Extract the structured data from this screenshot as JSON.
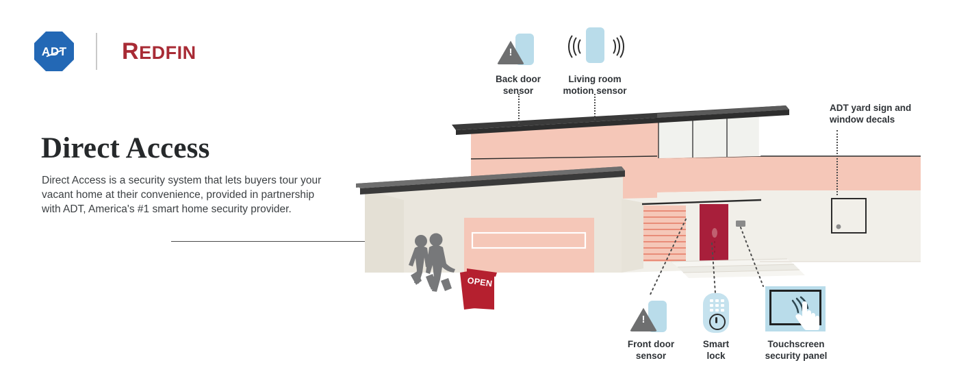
{
  "brand": {
    "adt_logo_text": "ADT",
    "redfin_logo_text": "REDFIN",
    "redfin_cap": "R",
    "redfin_rest": "EDFIN",
    "adt_color": "#2368b5",
    "redfin_color": "#a82b35"
  },
  "headline": "Direct Access",
  "body": "Direct Access is a security system that lets buyers tour your vacant home at their convenience, provided in partnership with ADT, America's #1 smart home security provider.",
  "callouts": [
    {
      "id": "back-door-sensor",
      "line1": "Back door",
      "line2": "sensor",
      "icon": "door-sensor-icon"
    },
    {
      "id": "living-room-motion",
      "line1": "Living room",
      "line2": "motion sensor",
      "icon": "motion-sensor-icon"
    },
    {
      "id": "adt-yard-sign",
      "line1": "ADT yard sign and",
      "line2": "window decals",
      "icon": "window-decal-icon"
    },
    {
      "id": "front-door-sensor",
      "line1": "Front door",
      "line2": "sensor",
      "icon": "door-sensor-icon"
    },
    {
      "id": "smart-lock",
      "line1": "Smart",
      "line2": "lock",
      "icon": "smart-lock-icon"
    },
    {
      "id": "touchscreen-panel",
      "line1": "Touchscreen",
      "line2": "security panel",
      "icon": "touchscreen-panel-icon"
    }
  ],
  "illustration": {
    "name": "vacant-home-illustration",
    "open_sign_text": "OPEN",
    "colors": {
      "wall_salmon": "#f5c7b8",
      "wall_cream": "#f1efe9",
      "wall_beige": "#e7e3d9",
      "roof_gray": "#6e6e6e",
      "roof_dark": "#3a3a3a",
      "door_red": "#a81f3b",
      "sign_red": "#b5202f",
      "person_gray": "#77787a",
      "sensor_blue": "#b9dcea",
      "icon_dark": "#2b2b2b"
    },
    "elements": [
      "upper-roof",
      "garage-roof",
      "upper-wall",
      "garage-door",
      "front-door",
      "slat-panel",
      "entry-steps",
      "side-window-decal",
      "two-people",
      "open-sign"
    ]
  }
}
